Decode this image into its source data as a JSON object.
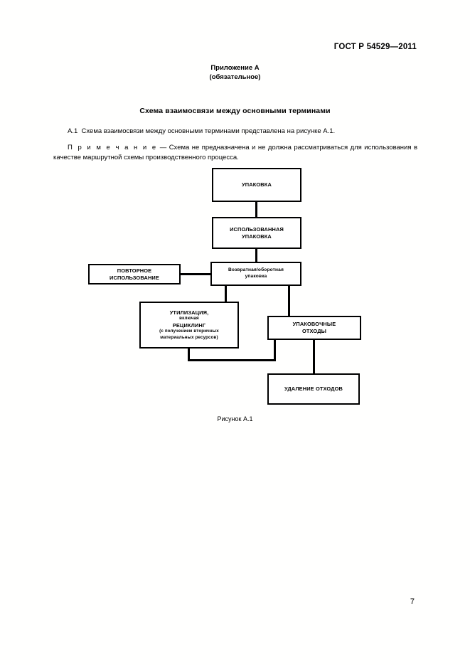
{
  "document": {
    "standard_header": "ГОСТ Р 54529—2011",
    "page_number": "7"
  },
  "appendix": {
    "label": "Приложение А",
    "status": "(обязательное)"
  },
  "section": {
    "title": "Схема взаимосвязи между основными терминами"
  },
  "paragraphs": {
    "clause_number": "А.1",
    "clause_text": "Схема взаимосвязи между основными терминами представлена на рисунке А.1.",
    "note_label": "П р и м е ч а н и е",
    "note_dash": "—",
    "note_text": "Схема не предназначена и не должна рассматриваться для использования в качестве маршрутной схемы производственного процесса."
  },
  "figure": {
    "caption": "Рисунок А.1",
    "nodes": [
      {
        "id": "packaging",
        "lines": [
          "УПАКОВКА"
        ]
      },
      {
        "id": "used",
        "lines": [
          "ИСПОЛЬЗОВАННАЯ",
          "УПАКОВКА"
        ]
      },
      {
        "id": "returnable",
        "lines": [
          "Возвратная/оборотная",
          "упаковка"
        ]
      },
      {
        "id": "reuse",
        "lines": [
          "ПОВТОРНОЕ",
          "ИСПОЛЬЗОВАНИЕ"
        ]
      },
      {
        "id": "utilization",
        "lines": [
          "УТИЛИЗАЦИЯ,",
          "включая",
          "РЕЦИКЛИНГ",
          "(с получением вторичных",
          "материальных ресурсов)"
        ]
      },
      {
        "id": "pack_waste",
        "lines": [
          "УПАКОВОЧНЫЕ",
          "ОТХОДЫ"
        ]
      },
      {
        "id": "disposal",
        "lines": [
          "УДАЛЕНИЕ ОТХОДОВ"
        ]
      }
    ]
  },
  "colors": {
    "ink": "#000000",
    "paper": "#ffffff"
  }
}
